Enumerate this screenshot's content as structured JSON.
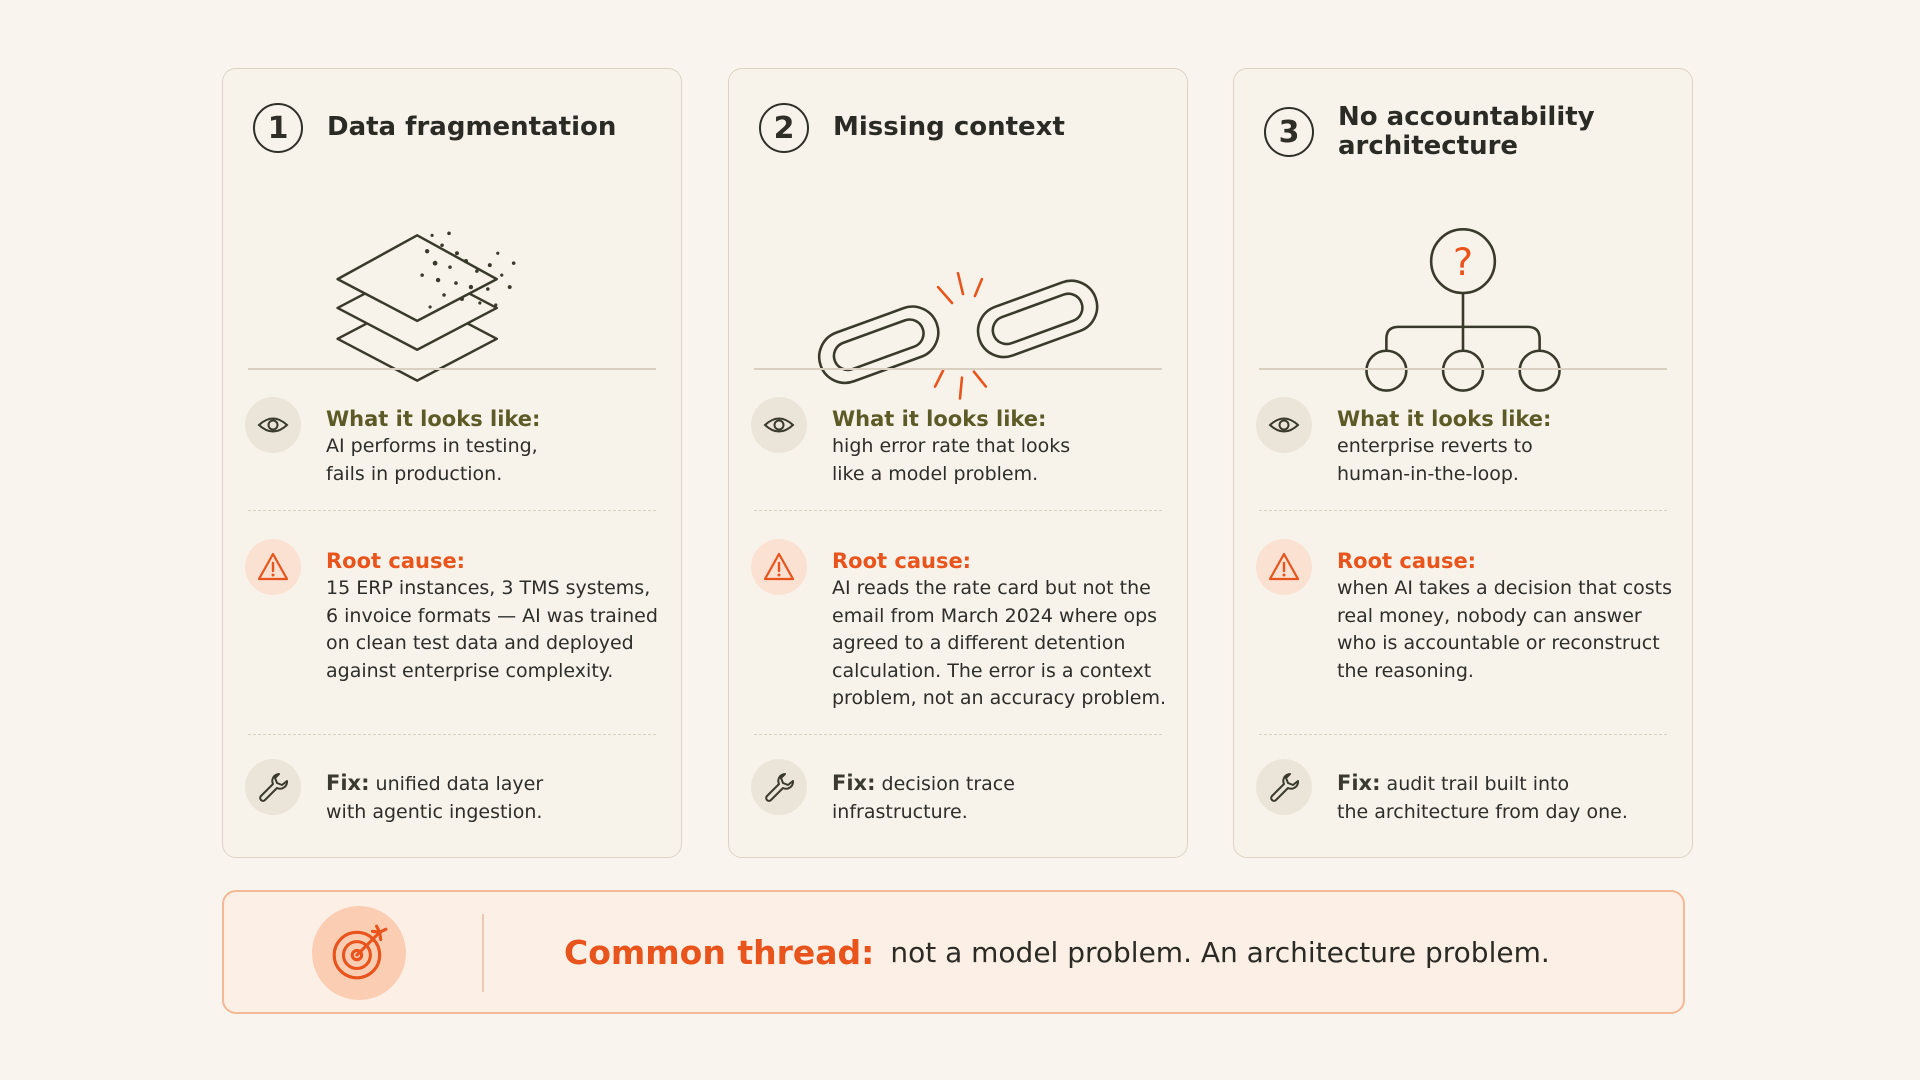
{
  "colors": {
    "background": "#f9f5ee",
    "card": "#f8f3ea",
    "accent_orange": "#e8541c",
    "olive": "#5c5a26",
    "ink": "#2d2d2a"
  },
  "cards": [
    {
      "number": "1",
      "title": "Data fragmentation",
      "illustration": "scattered-layers-icon",
      "looks_like_label": "What it looks like:",
      "looks_like_lines": [
        "AI performs in testing,",
        "fails in production."
      ],
      "root_cause_label": "Root cause:",
      "root_cause_lines": [
        "15 ERP instances, 3 TMS systems,",
        "6 invoice formats — AI was trained",
        "on clean test data and deployed",
        "against enterprise complexity."
      ],
      "fix_label": "Fix:",
      "fix_lines": [
        "unified data layer",
        "with agentic ingestion."
      ]
    },
    {
      "number": "2",
      "title": "Missing context",
      "illustration": "broken-chain-icon",
      "looks_like_label": "What it looks like:",
      "looks_like_lines": [
        "high error rate that looks",
        "like a model problem."
      ],
      "root_cause_label": "Root cause:",
      "root_cause_lines": [
        "AI reads the rate card but not the",
        "email from March 2024 where ops",
        "agreed to a different detention",
        "calculation. The error is a context",
        "problem, not an accuracy problem."
      ],
      "fix_label": "Fix:",
      "fix_lines": [
        "decision trace",
        "infrastructure."
      ]
    },
    {
      "number": "3",
      "title_lines": [
        "No accountability",
        "architecture"
      ],
      "illustration": "question-hierarchy-icon",
      "question_mark": "?",
      "looks_like_label": "What it looks like:",
      "looks_like_lines": [
        "enterprise reverts to",
        "human-in-the-loop."
      ],
      "root_cause_label": "Root cause:",
      "root_cause_lines": [
        "when AI takes a decision that costs",
        "real money, nobody can answer",
        "who is accountable or reconstruct",
        "the reasoning."
      ],
      "fix_label": "Fix:",
      "fix_lines": [
        "audit trail built into",
        "the architecture from day one."
      ]
    }
  ],
  "section_icons": {
    "looks_like": "eye-icon",
    "root_cause": "warning-icon",
    "fix": "wrench-icon"
  },
  "banner": {
    "icon": "target-icon",
    "label": "Common thread:",
    "message": "not a model problem. An architecture problem."
  }
}
